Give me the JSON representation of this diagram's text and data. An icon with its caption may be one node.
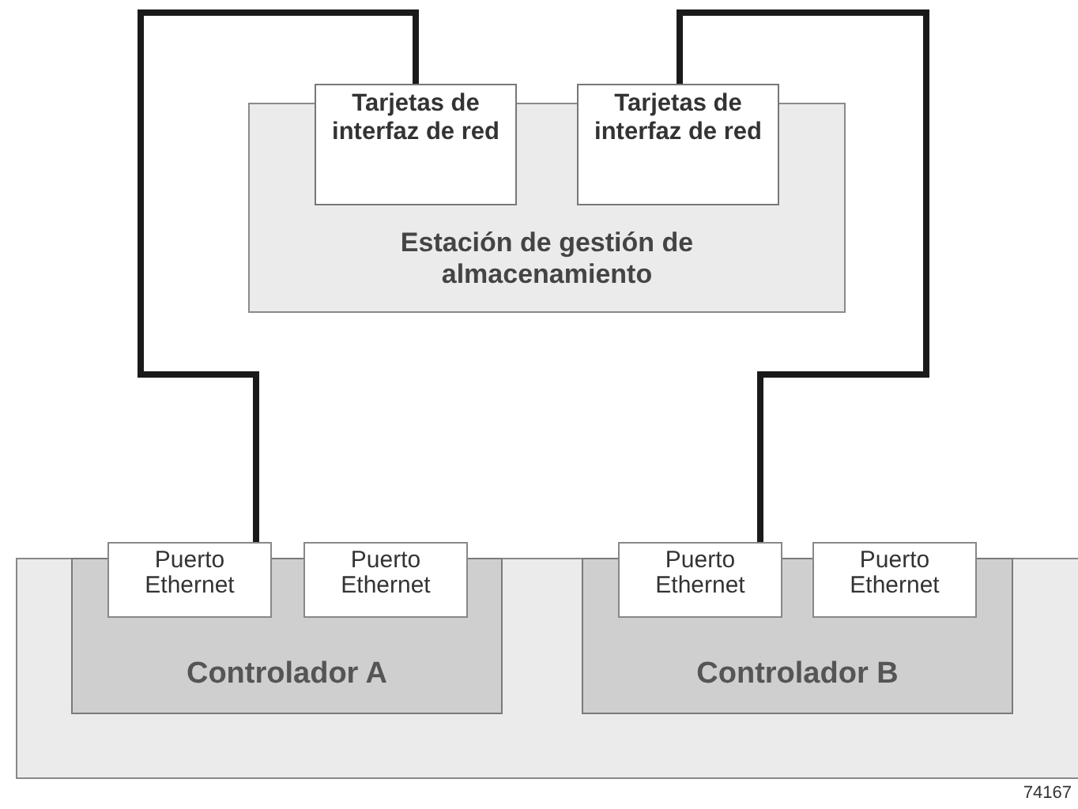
{
  "diagram": {
    "nodes": [
      {
        "text": [
          "Estación de gestión de almacenamiento"
        ]
      },
      {
        "text": [
          "Tarjetas de interfaz de red"
        ]
      },
      {
        "text": [
          "Tarjetas de interfaz de red"
        ]
      },
      {
        "text": [],
        "shape": "box"
      },
      {
        "text": [
          "Controlador A"
        ],
        "in": 3
      },
      {
        "text": [
          "Puerto Ethernet"
        ]
      },
      {
        "text": [
          "Puerto Ethernet"
        ]
      },
      {
        "text": [
          "Controlador B"
        ],
        "in": 3
      },
      {
        "text": [
          "Puerto Ethernet"
        ]
      },
      {
        "text": [
          "Puerto Ethernet"
        ]
      }
    ],
    "edges": [
      {
        "from": 1,
        "to": 5,
        "arrow": "none"
      },
      {
        "from": 2,
        "to": 8,
        "arrow": "none"
      }
    ],
    "labels": [
      "74167"
    ]
  }
}
